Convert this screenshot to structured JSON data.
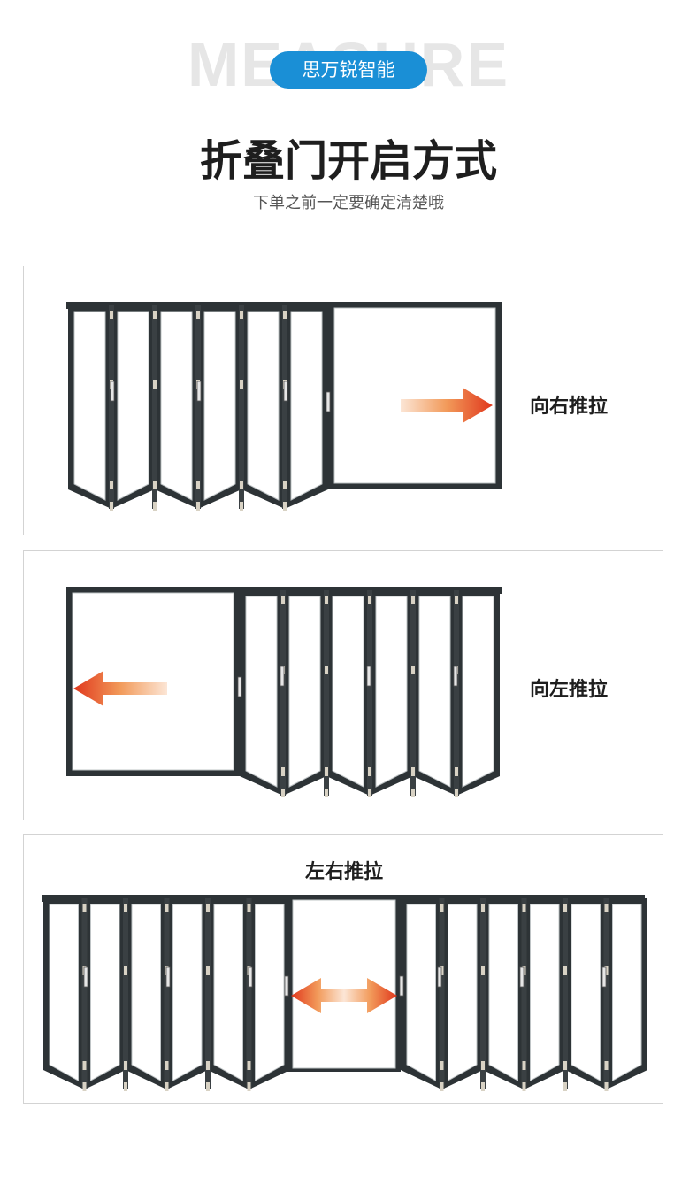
{
  "header": {
    "background_word": "MEASURE",
    "brand": "思万锐智能",
    "title": "折叠门开启方式",
    "subtitle": "下单之前一定要确定清楚哦"
  },
  "panels": [
    {
      "label": "向右推拉"
    },
    {
      "label": "向左推拉"
    },
    {
      "label": "左右推拉"
    }
  ],
  "colors": {
    "badge": "#1a8fd6",
    "frame": "#2d3336",
    "arrow_start": "#f29a5a",
    "arrow_end": "#e0371c"
  }
}
